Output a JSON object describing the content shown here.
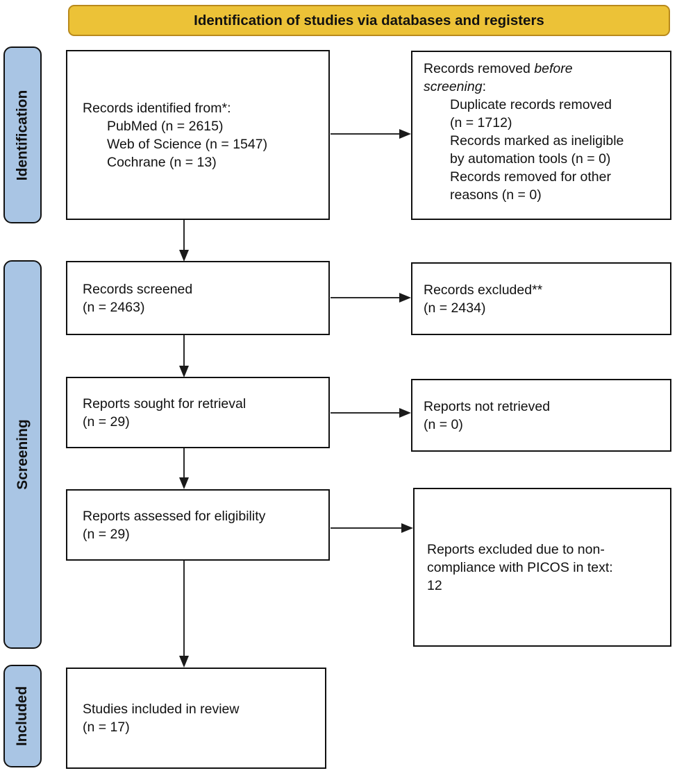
{
  "banner": {
    "label": "Identification of studies via databases and registers"
  },
  "colors": {
    "banner_fill": "#ecc237",
    "banner_border": "#b8891c",
    "stage_fill": "#a9c5e4",
    "box_border": "#111111",
    "arrow": "#1a1a1a"
  },
  "stages": [
    {
      "label": "Identification"
    },
    {
      "label": "Screening"
    },
    {
      "label": "Included"
    }
  ],
  "boxes": {
    "records_identified": {
      "title": "Records identified from*:",
      "items": [
        "PubMed (n = 2615)",
        "Web of Science (n = 1547)",
        "Cochrane (n = 13)"
      ]
    },
    "records_removed": {
      "line1_normal": "Records removed ",
      "line1_italic": "before",
      "line2_italic": "screening",
      "line2_tail": ":",
      "item_lines": [
        "Duplicate records removed",
        "(n = 1712)",
        "Records marked as ineligible",
        "by automation tools (n = 0)",
        "Records removed for other",
        "reasons (n = 0)"
      ]
    },
    "records_screened": {
      "title": "Records screened",
      "count": "(n = 2463)"
    },
    "records_excluded": {
      "title": "Records excluded**",
      "count": "(n = 2434)"
    },
    "reports_sought": {
      "title": "Reports sought for retrieval",
      "count": "(n = 29)"
    },
    "reports_not_retrieved": {
      "title": "Reports not retrieved",
      "count": "(n = 0)"
    },
    "reports_assessed": {
      "title": "Reports assessed for eligibility",
      "count": "(n = 29)"
    },
    "reports_excluded_picos": {
      "lines": [
        "Reports excluded due to non-",
        "compliance with PICOS in text:",
        "12"
      ]
    },
    "studies_included": {
      "title": "Studies included in review",
      "count": "(n = 17)"
    }
  }
}
